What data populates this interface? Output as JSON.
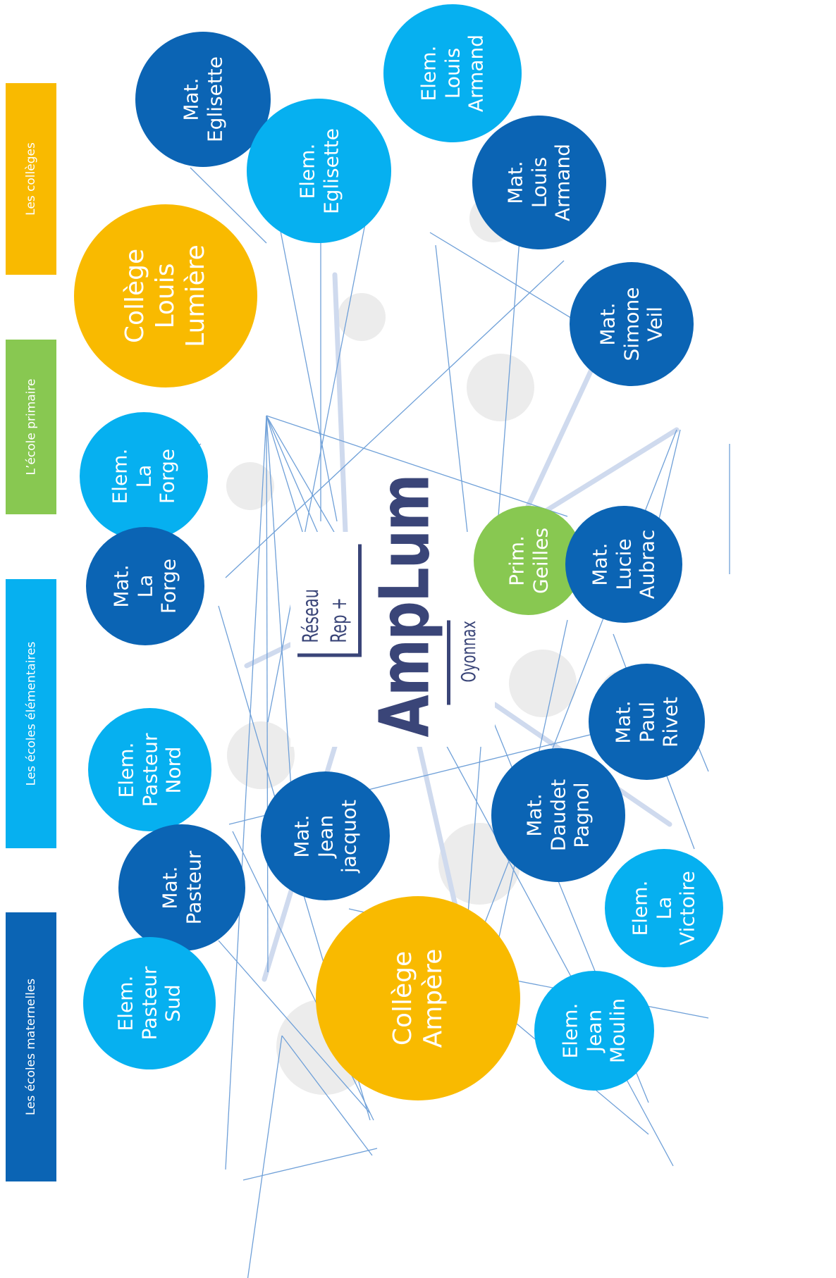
{
  "legend": {
    "colleges": "Les collèges",
    "primaire": "L’école primaire",
    "elementaires": "Les écoles élémentaires",
    "maternelles": "Les écoles maternelles"
  },
  "colors": {
    "college": "#f9ba00",
    "primaire": "#88c851",
    "elementaire": "#06b0f0",
    "maternelle": "#0b64b4"
  },
  "logo": {
    "title": "AmpLum",
    "line1": "Réseau",
    "line2": "Rep +",
    "city": "Oyonnax"
  },
  "nodes": {
    "mat_eglisette": "Mat.\nEglisette",
    "elem_eglisette": "Elem.\nEglisette",
    "elem_louis_armand": "Elem.\nLouis\nArmand",
    "mat_louis_armand": "Mat.\nLouis\nArmand",
    "college_louis_lumiere": "Collège\nLouis\nLumière",
    "mat_simone_veil": "Mat.\nSimone\nVeil",
    "elem_la_forge": "Elem.\nLa\nForge",
    "prim_geilles": "Prim.\nGeilles",
    "mat_la_forge": "Mat.\nLa\nForge",
    "mat_lucie_aubrac": "Mat.\nLucie\nAubrac",
    "elem_pasteur_nord": "Elem.\nPasteur\nNord",
    "mat_paul_rivet": "Mat.\nPaul\nRivet",
    "mat_jean_jacquot": "Mat.\nJean\njacquot",
    "mat_daudet_pagnol": "Mat.\nDaudet\nPagnol",
    "mat_pasteur": "Mat.\nPasteur",
    "elem_la_victoire": "Elem.\nLa\nVictoire",
    "elem_pasteur_sud": "Elem.\nPasteur\nSud",
    "college_ampere": "Collège\nAmpère",
    "elem_jean_moulin": "Elem.\nJean\nMoulin"
  }
}
